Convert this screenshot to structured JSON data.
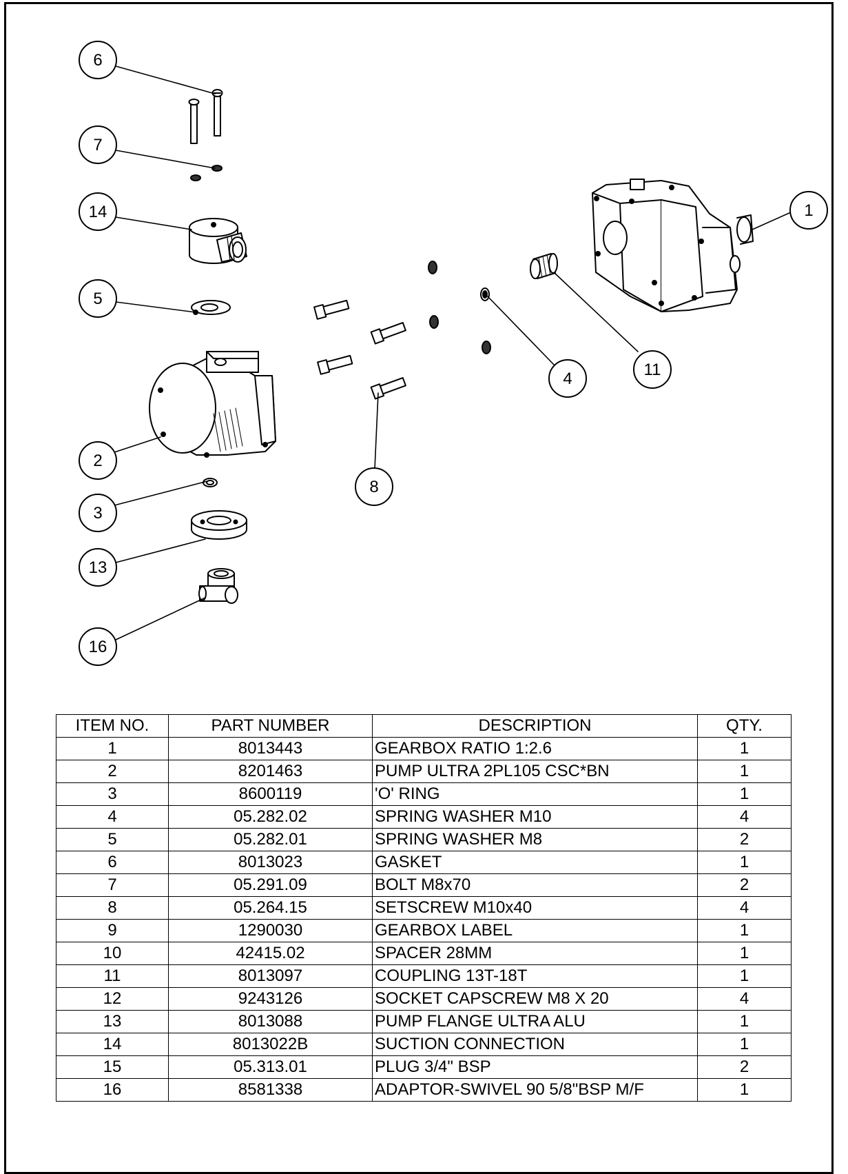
{
  "balloons": [
    "6",
    "7",
    "14",
    "5",
    "2",
    "3",
    "13",
    "16",
    "8",
    "4",
    "11",
    "1"
  ],
  "bom": {
    "headers": [
      "ITEM NO.",
      "PART NUMBER",
      "DESCRIPTION",
      "QTY."
    ],
    "rows": [
      {
        "item": "1",
        "part": "8013443",
        "desc": "GEARBOX RATIO 1:2.6",
        "qty": "1"
      },
      {
        "item": "2",
        "part": "8201463",
        "desc": "PUMP ULTRA 2PL105 CSC*BN",
        "qty": "1"
      },
      {
        "item": "3",
        "part": "8600119",
        "desc": "'O' RING",
        "qty": "1"
      },
      {
        "item": "4",
        "part": "05.282.02",
        "desc": "SPRING WASHER M10",
        "qty": "4"
      },
      {
        "item": "5",
        "part": "05.282.01",
        "desc": "SPRING WASHER M8",
        "qty": "2"
      },
      {
        "item": "6",
        "part": "8013023",
        "desc": "GASKET",
        "qty": "1"
      },
      {
        "item": "7",
        "part": "05.291.09",
        "desc": "BOLT M8x70",
        "qty": "2"
      },
      {
        "item": "8",
        "part": "05.264.15",
        "desc": "SETSCREW M10x40",
        "qty": "4"
      },
      {
        "item": "9",
        "part": "1290030",
        "desc": "GEARBOX LABEL",
        "qty": "1"
      },
      {
        "item": "10",
        "part": "42415.02",
        "desc": "SPACER 28MM",
        "qty": "1"
      },
      {
        "item": "11",
        "part": "8013097",
        "desc": "COUPLING 13T-18T",
        "qty": "1"
      },
      {
        "item": "12",
        "part": "9243126",
        "desc": "SOCKET CAPSCREW M8 X 20",
        "qty": "4"
      },
      {
        "item": "13",
        "part": "8013088",
        "desc": "PUMP FLANGE ULTRA ALU",
        "qty": "1"
      },
      {
        "item": "14",
        "part": "8013022B",
        "desc": "SUCTION CONNECTION",
        "qty": "1"
      },
      {
        "item": "15",
        "part": "05.313.01",
        "desc": "PLUG 3/4\" BSP",
        "qty": "2"
      },
      {
        "item": "16",
        "part": "8581338",
        "desc": "ADAPTOR-SWIVEL 90 5/8\"BSP M/F",
        "qty": "1"
      }
    ]
  }
}
